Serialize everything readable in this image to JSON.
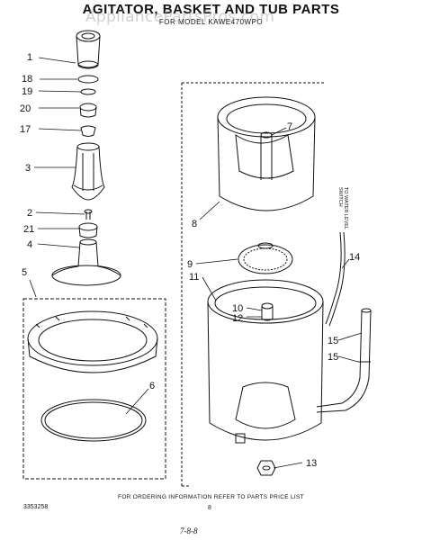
{
  "header": {
    "title": "AGITATOR, BASKET AND TUB PARTS",
    "subtitle": "FOR MODEL KAWE470WPO"
  },
  "watermark": "AppliancePartsPros.com",
  "callouts": [
    "1",
    "18",
    "19",
    "20",
    "17",
    "3",
    "2",
    "21",
    "4",
    "5",
    "6",
    "7",
    "8",
    "9",
    "11",
    "10",
    "12",
    "14",
    "13",
    "15",
    "15"
  ],
  "switch_label": [
    "TO WATER LEVEL",
    "SWITCH"
  ],
  "footer": {
    "ordering_note": "FOR ORDERING INFORMATION REFER TO PARTS PRICE LIST",
    "doc_number": "3353258",
    "page_number": "8",
    "page_range": "7-8-8"
  },
  "colors": {
    "ink": "#111111",
    "watermark": "#9a9a9a"
  }
}
